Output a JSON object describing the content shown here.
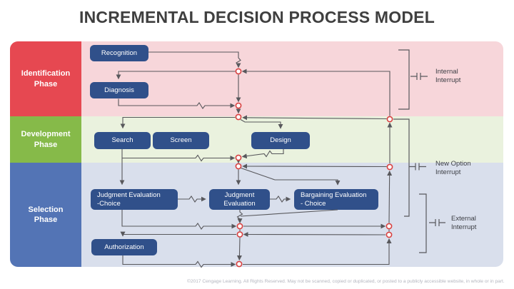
{
  "title": "INCREMENTAL DECISION PROCESS MODEL",
  "phases": [
    {
      "label": "Identification\nPhase"
    },
    {
      "label": "Development\nPhase"
    },
    {
      "label": "Selection\nPhase"
    }
  ],
  "nodes": [
    {
      "id": "recognition",
      "label": "Recognition"
    },
    {
      "id": "diagnosis",
      "label": "Diagnosis"
    },
    {
      "id": "search",
      "label": "Search"
    },
    {
      "id": "screen",
      "label": "Screen"
    },
    {
      "id": "design",
      "label": "Design"
    },
    {
      "id": "judgment-evaluation-choice",
      "label": "Judgment Evaluation\n-Choice"
    },
    {
      "id": "judgment-evaluation",
      "label": "Judgment\nEvaluation"
    },
    {
      "id": "bargaining-evaluation-choice",
      "label": "Bargaining Evaluation\n- Choice"
    },
    {
      "id": "authorization",
      "label": "Authorization"
    }
  ],
  "interrupts": [
    {
      "label": "Internal\nInterrupt"
    },
    {
      "label": "New Option\nInterrupt"
    },
    {
      "label": "External\nInterrupt"
    }
  ],
  "footer": "©2017 Cengage Learning. All Rights Reserved. May not be scanned, copied or duplicated, or posted to a publicly accessible website, in whole or in part.",
  "colors": {
    "title-color": "#3f3f3f",
    "phase-red": "#e64851",
    "phase-green": "#86ba49",
    "phase-blue": "#5374b5",
    "band-pink": "#f7d6da",
    "band-green": "#eaf2de",
    "band-blue": "#d9dfec",
    "node-blue": "#30508a",
    "line-gray": "#58585c",
    "circle-red": "#d8403f",
    "footer-gray": "#b4b6bf"
  }
}
